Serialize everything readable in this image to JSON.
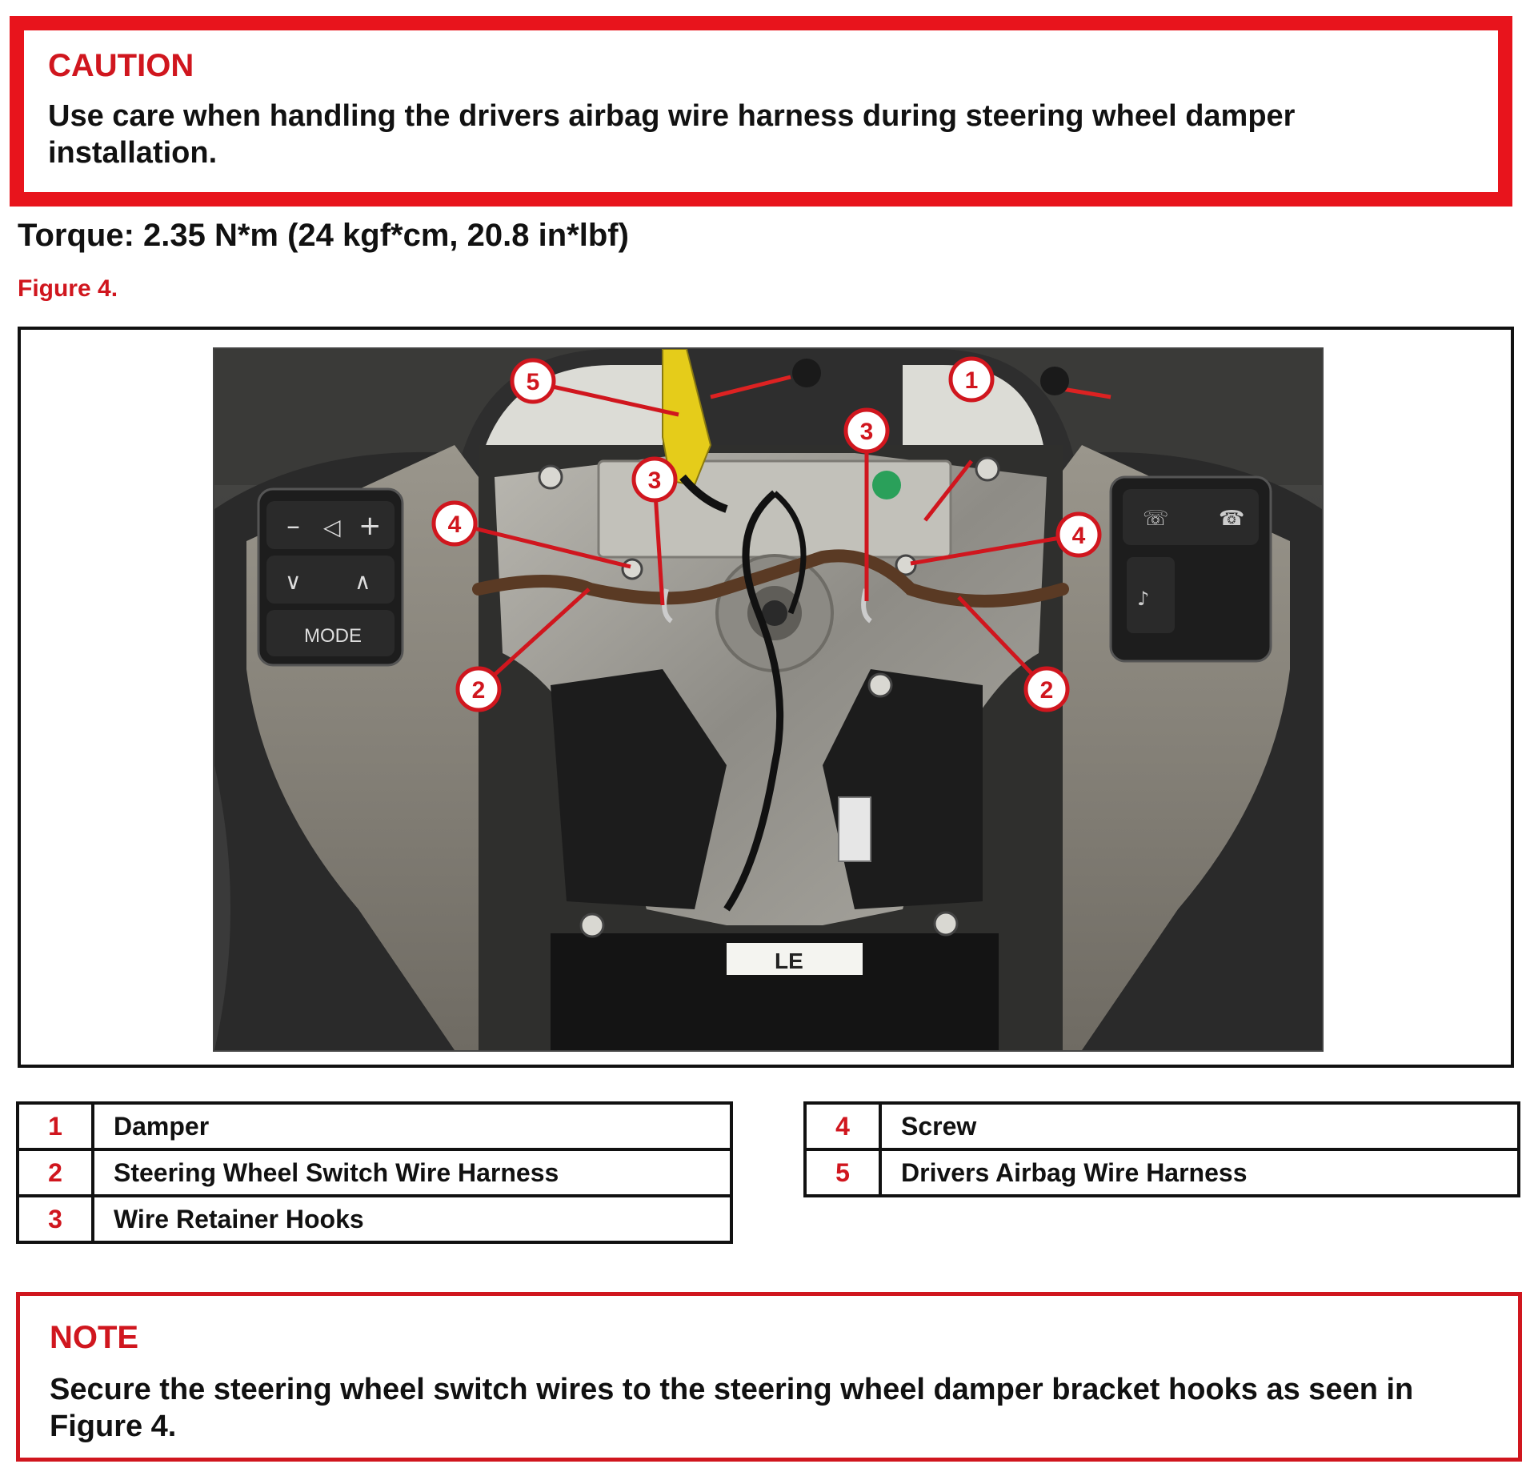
{
  "caution": {
    "title": "CAUTION",
    "text": "Use care when handling the drivers airbag wire harness during steering wheel damper installation."
  },
  "torque": "Torque:  2.35 N*m (24 kgf*cm, 20.8 in*lbf)",
  "figure": {
    "label": "Figure 4.",
    "photo_text": {
      "mode": "MODE",
      "sticker": "LE"
    },
    "callouts": [
      "1",
      "2",
      "2",
      "3",
      "3",
      "4",
      "4",
      "5"
    ]
  },
  "legend": {
    "left": [
      {
        "num": "1",
        "label": "Damper"
      },
      {
        "num": "2",
        "label": "Steering Wheel Switch Wire Harness"
      },
      {
        "num": "3",
        "label": "Wire Retainer Hooks"
      }
    ],
    "right": [
      {
        "num": "4",
        "label": "Screw"
      },
      {
        "num": "5",
        "label": "Drivers Airbag Wire Harness"
      }
    ]
  },
  "note": {
    "title": "NOTE",
    "text": "Secure the steering wheel switch wires to the steering wheel damper bracket hooks as seen in Figure 4."
  },
  "colors": {
    "accent_red": "#d0161e",
    "border_red": "#e8141c",
    "text": "#111111"
  }
}
